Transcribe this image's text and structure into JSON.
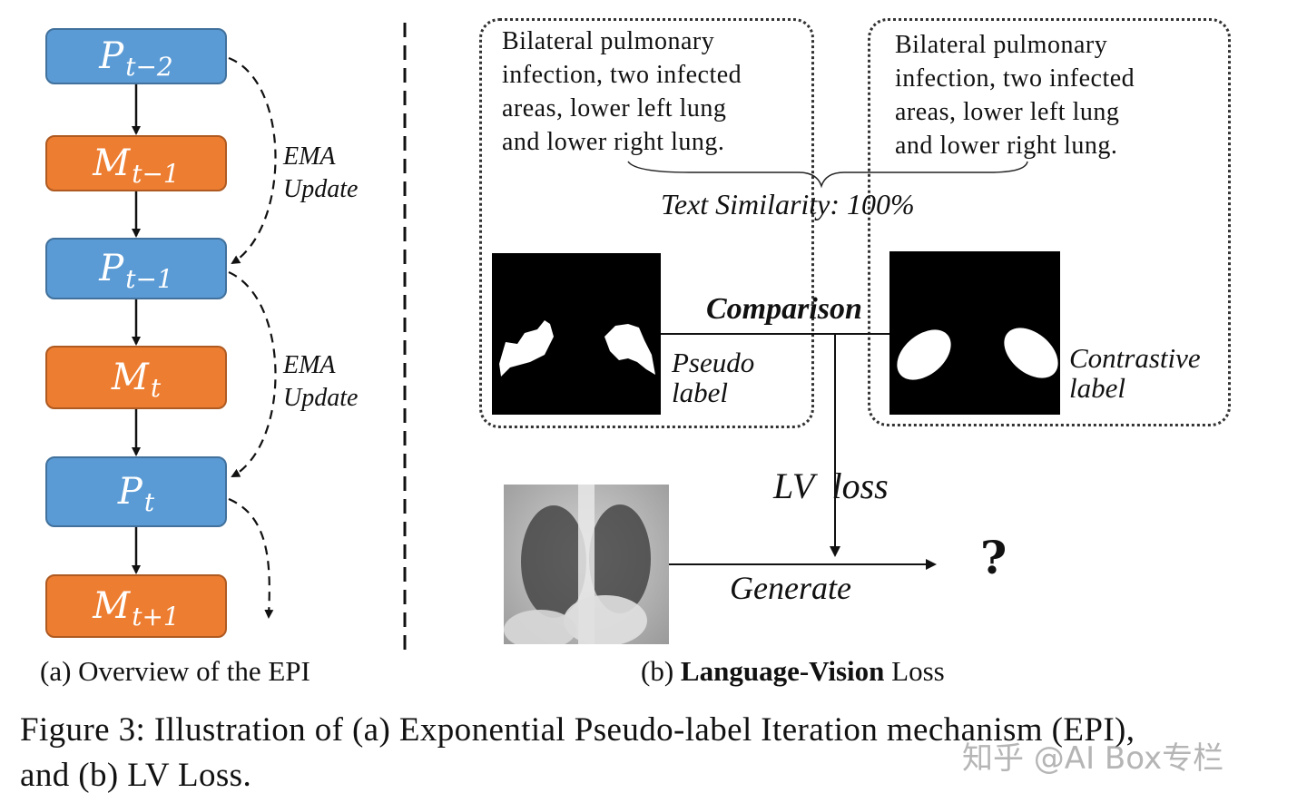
{
  "panel_a": {
    "boxes": [
      {
        "main": "P",
        "sub": "t−2",
        "color": "#5b9bd5"
      },
      {
        "main": "M",
        "sub": "t−1",
        "color": "#ed7d31"
      },
      {
        "main": "P",
        "sub": "t−1",
        "color": "#5b9bd5"
      },
      {
        "main": "M",
        "sub": "t",
        "color": "#ed7d31"
      },
      {
        "main": "P",
        "sub": "t",
        "color": "#5b9bd5"
      },
      {
        "main": "M",
        "sub": "t+1",
        "color": "#ed7d31"
      }
    ],
    "ema_labels": [
      {
        "line1": "EMA",
        "line2": "Update"
      },
      {
        "line1": "EMA",
        "line2": "Update"
      }
    ],
    "caption": "(a) Overview of the EPI"
  },
  "panel_b": {
    "report_text_1": [
      "Bilateral  pulmonary",
      "infection,  two  infected",
      "areas,  lower  left  lung",
      "and lower right lung."
    ],
    "report_text_2": [
      "Bilateral  pulmonary",
      "infection,  two  infected",
      "areas,  lower  left  lung",
      "and lower right lung."
    ],
    "similarity": "Text Similarity: 100%",
    "comparison": "Comparison",
    "pseudo_label": [
      "Pseudo",
      "label"
    ],
    "contrastive_label": [
      "Contrastive",
      "label"
    ],
    "lv_loss": "LV  loss",
    "generate": "Generate",
    "question_mark": "?",
    "caption_prefix": "(b) ",
    "caption_bold": "Language-Vision",
    "caption_suffix": " Loss"
  },
  "figure_caption": {
    "line1": "Figure 3: Illustration of (a) Exponential Pseudo-label Iteration mechanism (EPI),",
    "line2": "and (b) LV Loss."
  },
  "watermark": "知乎 @AI Box专栏",
  "colors": {
    "blue": "#5b9bd5",
    "orange": "#ed7d31"
  }
}
